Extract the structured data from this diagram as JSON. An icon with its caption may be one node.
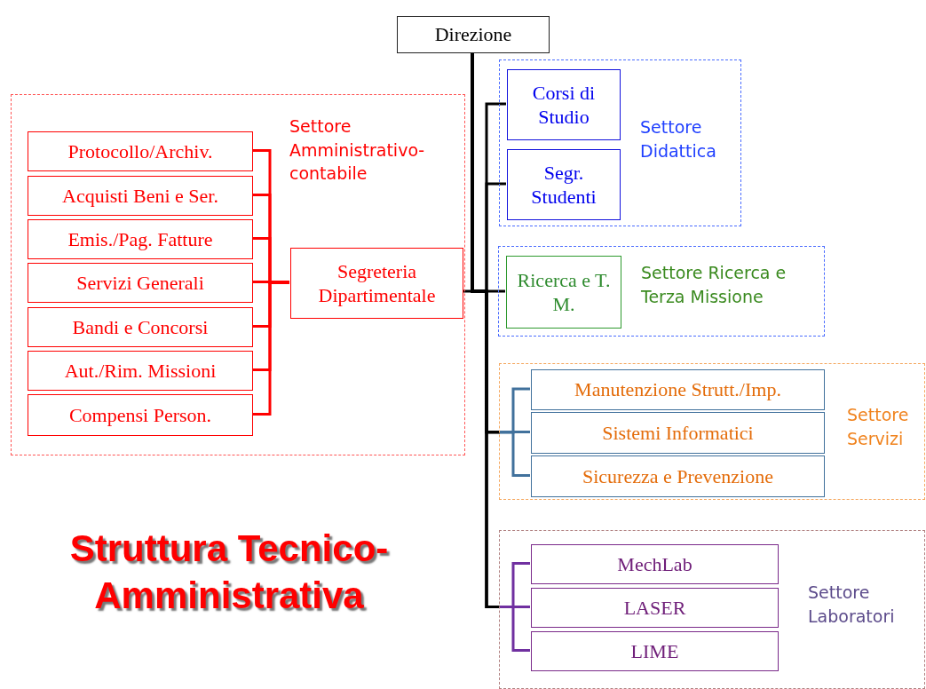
{
  "diagram": {
    "title": "Struttura Tecnico-Amministrativa",
    "nodes": [
      {
        "text": [
          "Direzione"
        ]
      },
      {
        "text": [
          "Settore Amministrativo-contabile"
        ]
      },
      {
        "text": [
          "Protocollo/Archiv."
        ],
        "in": 1
      },
      {
        "text": [
          "Acquisti Beni e Ser."
        ],
        "in": 1
      },
      {
        "text": [
          "Emis./Pag. Fatture"
        ],
        "in": 1
      },
      {
        "text": [
          "Servizi Generali"
        ],
        "in": 1
      },
      {
        "text": [
          "Bandi e Concorsi"
        ],
        "in": 1
      },
      {
        "text": [
          "Aut./Rim. Missioni"
        ],
        "in": 1
      },
      {
        "text": [
          "Compensi Person."
        ],
        "in": 1
      },
      {
        "text": [
          "Segreteria Dipartimentale"
        ],
        "in": 1
      },
      {
        "text": [
          "Settore Didattica"
        ]
      },
      {
        "text": [
          "Corsi di Studio"
        ],
        "in": 10
      },
      {
        "text": [
          "Segr. Studenti"
        ],
        "in": 10
      },
      {
        "text": [
          "Settore Ricerca e Terza Missione"
        ]
      },
      {
        "text": [
          "Ricerca e T. M."
        ],
        "in": 13
      },
      {
        "text": [
          "Settore Servizi"
        ]
      },
      {
        "text": [
          "Manutenzione Strutt./Imp."
        ],
        "in": 15
      },
      {
        "text": [
          "Sistemi Informatici"
        ],
        "in": 15
      },
      {
        "text": [
          "Sicurezza e Prevenzione"
        ],
        "in": 15
      },
      {
        "text": [
          "Settore Laboratori"
        ]
      },
      {
        "text": [
          "MechLab"
        ],
        "in": 19
      },
      {
        "text": [
          "LASER"
        ],
        "in": 19
      },
      {
        "text": [
          "LIME"
        ],
        "in": 19
      }
    ],
    "edges": [
      {
        "from": 9,
        "to": 2,
        "arrow": "none",
        "color": "#ff0000"
      },
      {
        "from": 9,
        "to": 3,
        "arrow": "none",
        "color": "#ff0000"
      },
      {
        "from": 9,
        "to": 4,
        "arrow": "none",
        "color": "#ff0000"
      },
      {
        "from": 9,
        "to": 5,
        "arrow": "none",
        "color": "#ff0000"
      },
      {
        "from": 9,
        "to": 6,
        "arrow": "none",
        "color": "#ff0000"
      },
      {
        "from": 9,
        "to": 7,
        "arrow": "none",
        "color": "#ff0000"
      },
      {
        "from": 9,
        "to": 8,
        "arrow": "none",
        "color": "#ff0000"
      },
      {
        "from": 0,
        "to": 16,
        "arrow": "none",
        "color": "#41719c"
      },
      {
        "from": 0,
        "to": 17,
        "arrow": "none",
        "color": "#41719c"
      },
      {
        "from": 0,
        "to": 18,
        "arrow": "none",
        "color": "#41719c"
      },
      {
        "from": 0,
        "to": 20,
        "arrow": "none",
        "color": "#7030a0"
      },
      {
        "from": 0,
        "to": 21,
        "arrow": "none",
        "color": "#7030a0"
      },
      {
        "from": 0,
        "to": 22,
        "arrow": "none",
        "color": "#7030a0"
      },
      {
        "from": 0,
        "to": 9,
        "arrow": "none",
        "color": "#000000"
      },
      {
        "from": 0,
        "to": 11,
        "arrow": "none",
        "color": "#000000"
      },
      {
        "from": 0,
        "to": 12,
        "arrow": "none",
        "color": "#000000"
      },
      {
        "from": 0,
        "to": 14,
        "arrow": "none",
        "color": "#000000"
      }
    ]
  }
}
